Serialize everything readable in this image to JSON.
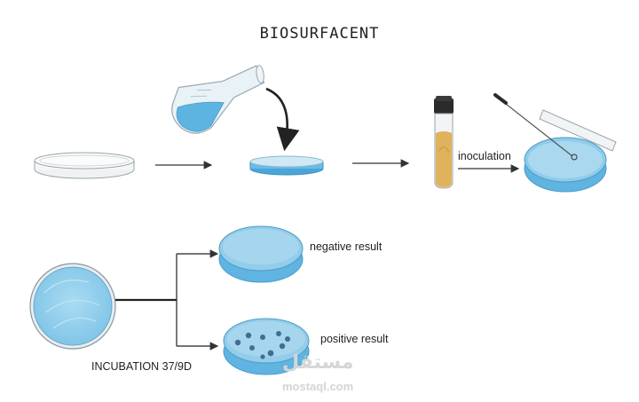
{
  "title": "BIOSURFACENT",
  "labels": {
    "inoculation": "inoculation",
    "negative": "negative result",
    "positive": "positive result",
    "incubation": "INCUBATION 37/9D"
  },
  "watermark": {
    "arabic": "مستقل",
    "latin": "mostaql.com"
  },
  "colors": {
    "medium_blue": "#8ecbe6",
    "medium_blue_dark": "#56aedb",
    "culture_tube": "#e0b25c",
    "colony": "#3f6f8f",
    "arrow": "#333333"
  }
}
